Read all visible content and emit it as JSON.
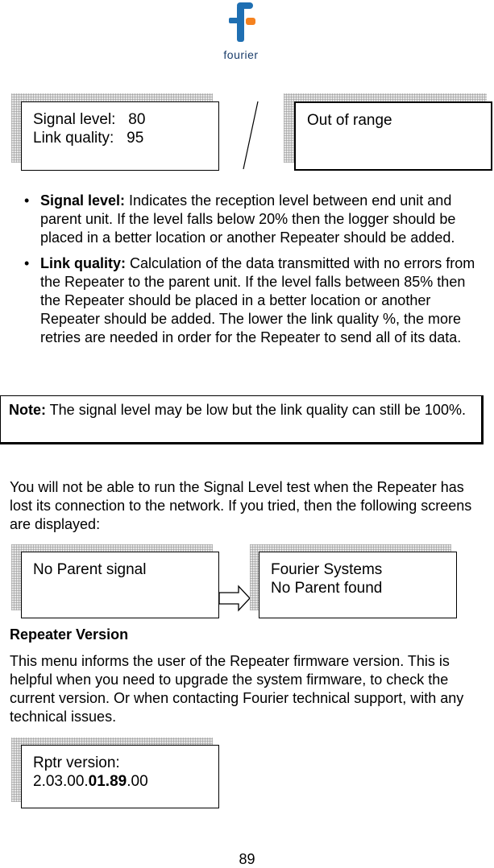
{
  "logo": {
    "text": "fourier",
    "colors": {
      "blue": "#1f6fb2",
      "orange": "#f5821f"
    }
  },
  "screens_top": {
    "left": {
      "line1": "Signal level:   80",
      "line2": "Link quality:   95"
    },
    "right": {
      "line1": "Out of range"
    }
  },
  "bullets": [
    {
      "term": "Signal level:",
      "text": " Indicates the reception level between end unit and parent unit. If the level falls below 20% then the logger should be placed in a better location or another Repeater should be added."
    },
    {
      "term": "Link quality:",
      "text": " Calculation of the data transmitted with no errors from the Repeater to the parent unit. If the level falls between 85% then the Repeater should be placed in a better location or another Repeater should be added. The lower the link quality %, the more retries are needed in order for the Repeater to send all of its data."
    }
  ],
  "note": {
    "label": "Note:",
    "text": " The signal level may be low but the link quality can still be 100%."
  },
  "paragraph1": "You will not be able to run the Signal Level test when the Repeater has lost its connection to the network. If you tried, then the following screens are displayed:",
  "screens_middle": {
    "left": {
      "line1": "No Parent signal"
    },
    "right": {
      "line1": "Fourier Systems",
      "line2": "No Parent found"
    }
  },
  "section_heading": "Repeater Version",
  "paragraph2": "This menu informs the user of the Repeater firmware version. This is helpful when you need to upgrade the system firmware, to check the current version. Or when contacting Fourier technical support, with any technical issues.",
  "version_screen": {
    "line1": "Rptr version:",
    "prefix": "2.03.00.",
    "bold": "01.89",
    "suffix": ".00"
  },
  "page_number": "89"
}
